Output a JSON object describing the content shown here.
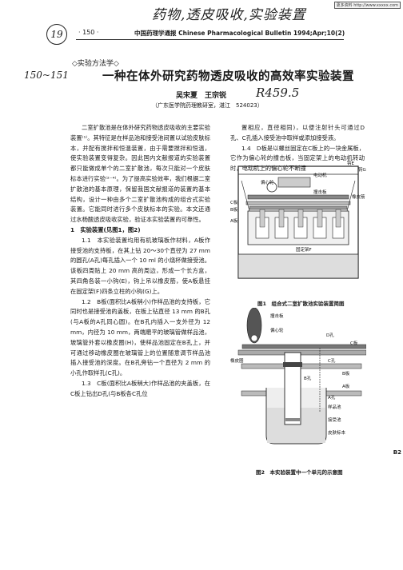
{
  "handwriting": {
    "top_note": "药物,透皮吸收,实验装置",
    "circle_number": "19",
    "page_range_note": "150~151",
    "code_note": "R459.5"
  },
  "header": {
    "page_number": "· 150 ·",
    "journal": "中国药理学通报 Chinese Pharmacological Bulletin 1994;Apr;10(2)"
  },
  "corner_badge": "更多资料 http://www.xxxxx.com",
  "section_tag": "◇实验方法学◇",
  "article": {
    "title": "一种在体外研究药物透皮吸收的高效率实验装置",
    "authors": "吴宋夏　王宗锐",
    "affiliation": "（广东医学院药理教研室，湛江　524023）"
  },
  "body_left": [
    "二室扩散池是在体外研究药物透皮吸收的主要实验装置⁽¹⁾。其特征是在样品池和接受池间置以试验皮肤标本，并配有搅拌和恒温装置，由于需要搅拌和恒温，使实验装置变得复杂。因此国内文献报道的实验装置都只能做成单个的二室扩散池，每次只能对一个皮肤标本进行实验⁽²⁻⁴⁾。为了提高实验效率，我们根据二室扩散池的基本原理，保留我国文献报道的装置的基本结构，设计一种由多个二室扩散池构成的组合式实验装置。它能同时进行多个皮肤标本的实验。本文还通过水杨酸透皮吸收实验，验证本实验装置的可靠性。",
    "1　实验装置(见图1，图2)",
    "1.1　本实验装置均用有机玻璃板作材料，A板作接受池的支持板，在其上钻 20～30个直径为 27 mm 的圆孔(A孔)每孔插入一个 10 ml 的小烧杯做接受池。该板四周贴上 20 mm 高的周边，形成一个长方盒，其四角各装一小钩(E)，钩上吊以橡皮筋，使A板悬挂在固定架(F)四条立柱的小钩(G)上。",
    "1.2　B板(面积比A板稍小)作样品池的支持板，它同时也是接受池的盖板，在板上钻直径 13 mm 的B孔(与A板的A孔同心圆)。在B孔内插入一支外径为 12 mm，内径为 10 mm，两端磨平的玻璃管做样品池，玻璃管外套以橡皮圈(H)，使样品池固定在B孔上，并可通过移动橡皮圈在玻璃管上的位置随意调节样品池插入接受池的深度。在B孔旁钻一个直径为 2 mm 的小孔作取样孔(C孔)。",
    "1.3　C板(面积比A板稍大)作样品池的夹盖板，在C板上钻出D孔(与B板各C孔位"
  ],
  "body_right": [
    "置相应，直径相同)，以便注射针头可通过D孔、C孔插入接受池中取样或添加接受液。",
    "1.4　D板是以螺丝固定在C板上的一块金属板，它作为偏心轮的撞击板，当固定架上的电动机转动时，电动机上的偏心轮不断撞"
  ],
  "figure1": {
    "labels": [
      "偏心轮",
      "电动机",
      "撞击板",
      "钩E",
      "钩G",
      "橡皮筋",
      "C板",
      "B板",
      "A板",
      "固定架F"
    ],
    "caption": "图1　组合式二室扩散池实验装置简图"
  },
  "figure2": {
    "labels": [
      "撞击板",
      "偏心轮",
      "D孔",
      "C板",
      "橡皮圈",
      "C孔",
      "B板",
      "B孔",
      "A板",
      "A孔",
      "样品池",
      "接受池",
      "皮肤标本"
    ],
    "caption": "图2　本实验装置中一个单元的示意图"
  },
  "edge_mark": "B2",
  "colors": {
    "ink": "#1a1a1a",
    "paper": "#ffffff"
  }
}
